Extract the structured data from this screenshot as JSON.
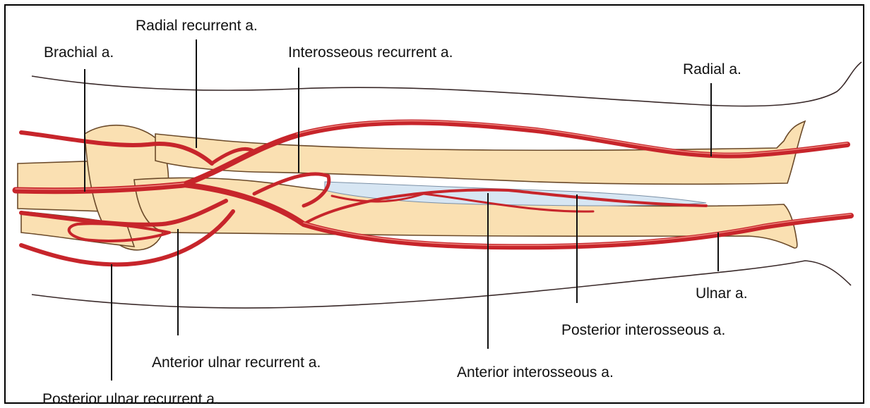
{
  "colors": {
    "artery": "#c7252b",
    "artery_highlight": "#f08a80",
    "bone": "#fae0b2",
    "bone_outline": "#6b4a2a",
    "membrane": "#d7e6f3",
    "skin_outline": "#3a2a2a",
    "leader": "#111111"
  },
  "labels": {
    "radial_recurrent": "Radial recurrent a.",
    "brachial": "Brachial a.",
    "interosseous_recurrent": "Interosseous recurrent a.",
    "radial": "Radial a.",
    "ulnar": "Ulnar a.",
    "posterior_interosseous": "Posterior interosseous a.",
    "anterior_ulnar_recurrent": "Anterior ulnar recurrent a.",
    "anterior_interosseous": "Anterior interosseous a.",
    "posterior_ulnar_recurrent": "Posterior ulnar recurrent a."
  }
}
